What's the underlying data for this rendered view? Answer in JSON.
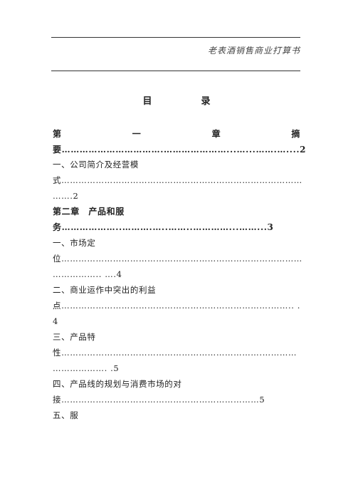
{
  "header": {
    "title": "老表酒销售商业打算书"
  },
  "toc_title": "目　录",
  "chapter1": {
    "chars": [
      "第",
      "一",
      "章",
      "摘"
    ],
    "line2": "要…………………………….…………………...…...…….…....2"
  },
  "items": [
    "一、公司简介及经营模",
    "式…………………………………………………………………………",
    "…….2"
  ],
  "chapter2": {
    "line1": "第二章　产品和服",
    "line2": "务………………..……….…..……..…………...……...3"
  },
  "items2": [
    "一、市场定",
    "位…………………………………………………………………………",
    "…………….. ….4",
    "二、商业运作中突出的利益",
    "点……………………………………………………………….…….. .",
    "4",
    "三、产品特",
    "性…………………………………………………………….…………",
    "………………. .5",
    "四、产品线的规划与消费市场的对",
    "接……………………………………………………………5",
    "五、服"
  ]
}
